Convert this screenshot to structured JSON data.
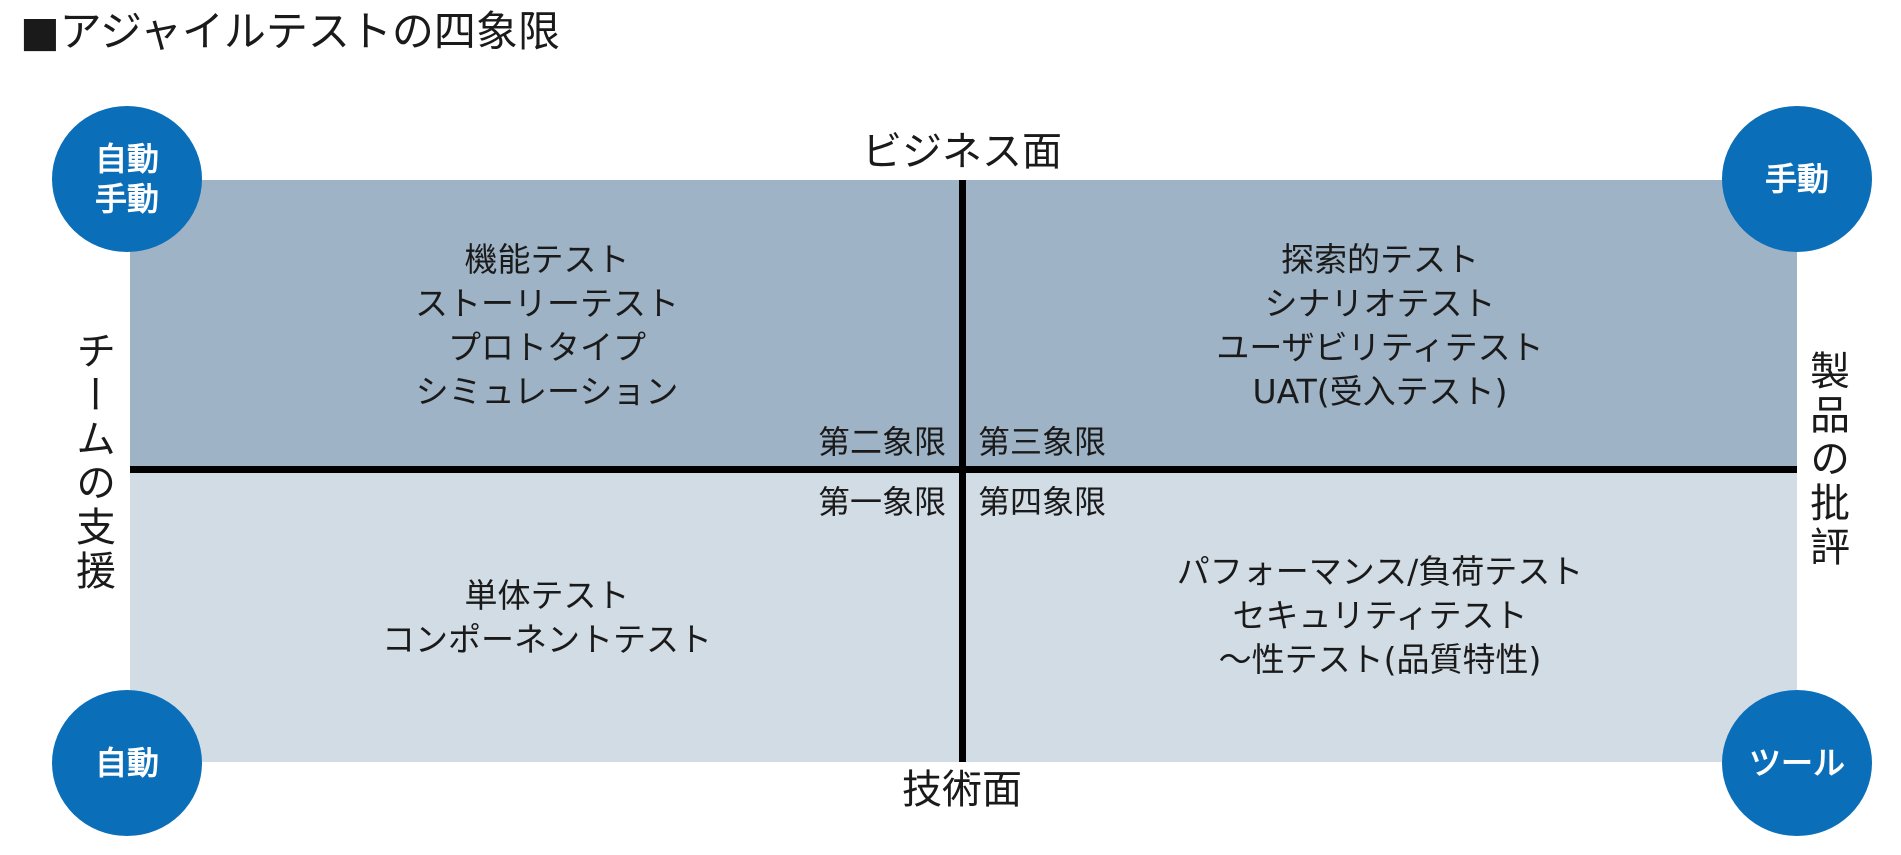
{
  "title": "■アジャイルテストの四象限",
  "axes": {
    "top": "ビジネス面",
    "bottom": "技術面",
    "left": "チームの支援",
    "right": "製品の批評"
  },
  "corners": {
    "top_left": [
      "自動",
      "手動"
    ],
    "top_right": [
      "手動"
    ],
    "bottom_left": [
      "自動"
    ],
    "bottom_right": [
      "ツール"
    ]
  },
  "quadrants": {
    "q2": {
      "label": "第二象限",
      "items": [
        "機能テスト",
        "ストーリーテスト",
        "プロトタイプ",
        "シミュレーション"
      ]
    },
    "q3": {
      "label": "第三象限",
      "items": [
        "探索的テスト",
        "シナリオテスト",
        "ユーザビリティテスト",
        "UAT(受入テスト)"
      ]
    },
    "q1": {
      "label": "第一象限",
      "items": [
        "単体テスト",
        "コンポーネントテスト"
      ]
    },
    "q4": {
      "label": "第四象限",
      "items": [
        "パフォーマンス/負荷テスト",
        "セキュリティテスト",
        "～性テスト(品質特性)"
      ]
    }
  },
  "colors": {
    "top_quadrants": "#9fb3c6",
    "bottom_quadrants": "#d2dce5",
    "corner_circles": "#0a6eb8",
    "axes": "#000000"
  }
}
